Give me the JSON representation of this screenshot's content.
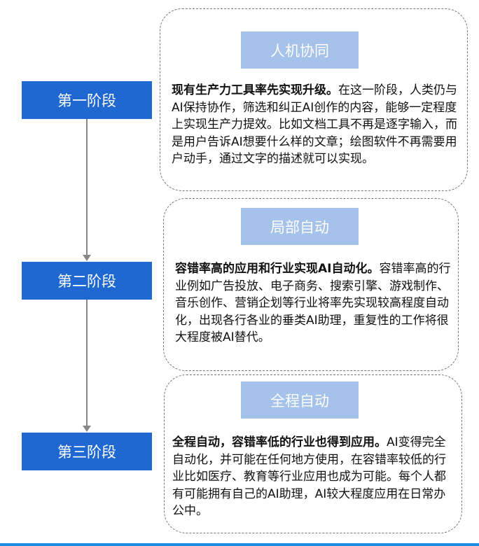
{
  "stages": [
    {
      "label": "第一阶段",
      "title": "人机协同",
      "lead": "现有生产力工具率先实现升级。",
      "body": "在这一阶段，人类仍与AI保持协作，筛选和纠正AI创作的内容，能够一定程度上实现生产力提效。比如文档工具不再是逐字输入，而是用户告诉AI想要什么样的文章；绘图软件不再需要用户动手，通过文字的描述就可以实现。"
    },
    {
      "label": "第二阶段",
      "title": "局部自动",
      "lead": "容错率高的应用和行业实现AI自动化。",
      "body": "容错率高的行业例如广告投放、电子商务、搜索引擎、游戏制作、音乐创作、营销企划等行业将率先实现较高程度自动化，出现各行各业的垂类AI助理，重复性的工作将很大程度被AI替代。"
    },
    {
      "label": "第三阶段",
      "title": "全程自动",
      "lead": "全程自动，容错率低的行业也得到应用。",
      "body": "AI变得完全自动化，并可能在任何地方使用，在容错率较低的行业比如医疗、教育等行业应用也成为可能。每个人都有可能拥有自己的AI助理，AI较大程度应用在日常办公中。"
    }
  ],
  "colors": {
    "stage": "#1f68d2",
    "header": "#a4c2ea"
  }
}
